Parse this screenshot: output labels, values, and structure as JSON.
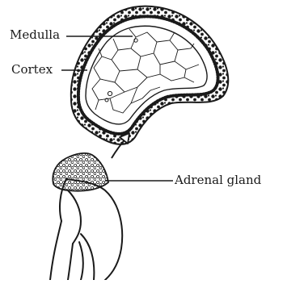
{
  "labels": {
    "medulla": "Medulla",
    "cortex": "Cortex",
    "adrenal_gland": "Adrenal gland"
  },
  "colors": {
    "ink": "#1a1a1a",
    "paper": "#ffffff"
  }
}
